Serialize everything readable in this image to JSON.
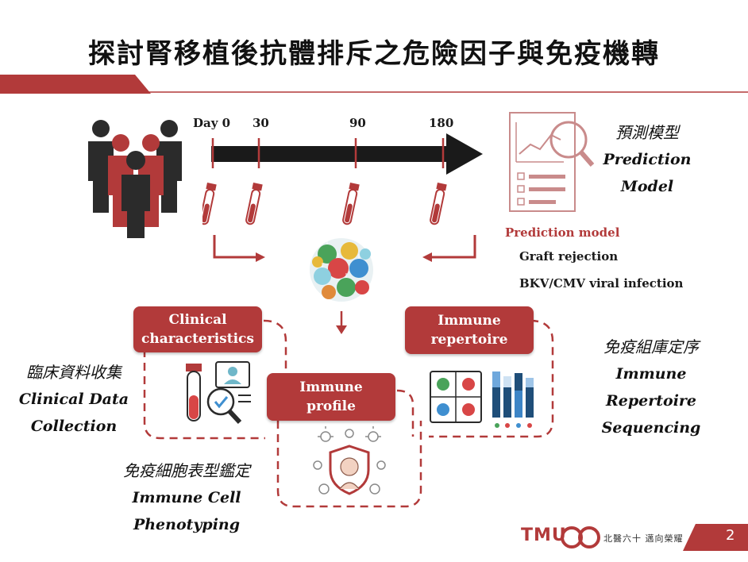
{
  "slide": {
    "title": "探討腎移植後抗體排斥之危險因子與免疫機轉",
    "page_number": "2"
  },
  "timeline": {
    "days": [
      "Day 0",
      "30",
      "90",
      "180"
    ]
  },
  "prediction_panel": {
    "caption_zh": "預測模型",
    "caption_en_line1": "Prediction",
    "caption_en_line2": "Model",
    "list_title": "Prediction model",
    "list_items": [
      "Graft rejection",
      "BKV/CMV viral infection"
    ]
  },
  "clinical_panel": {
    "label_line1": "Clinical",
    "label_line2": "characteristics",
    "caption_zh": "臨床資料收集",
    "caption_en_line1": "Clinical Data",
    "caption_en_line2": "Collection"
  },
  "immune_profile_panel": {
    "label_line1": "Immune",
    "label_line2": "profile",
    "caption_zh": "免疫細胞表型鑑定",
    "caption_en_line1": "Immune Cell",
    "caption_en_line2": "Phenotyping"
  },
  "repertoire_panel": {
    "label_line1": "Immune",
    "label_line2": "repertoire",
    "caption_zh": "免疫組庫定序",
    "caption_en_line1": "Immune Repertoire",
    "caption_en_line2": "Sequencing"
  },
  "footer": {
    "logo_text": "TMU",
    "slogan": "北醫六十 邁向榮耀"
  },
  "colors": {
    "accent": "#b23a3a",
    "dark": "#2b2b2b",
    "grey_icon": "#8a8a8a"
  }
}
